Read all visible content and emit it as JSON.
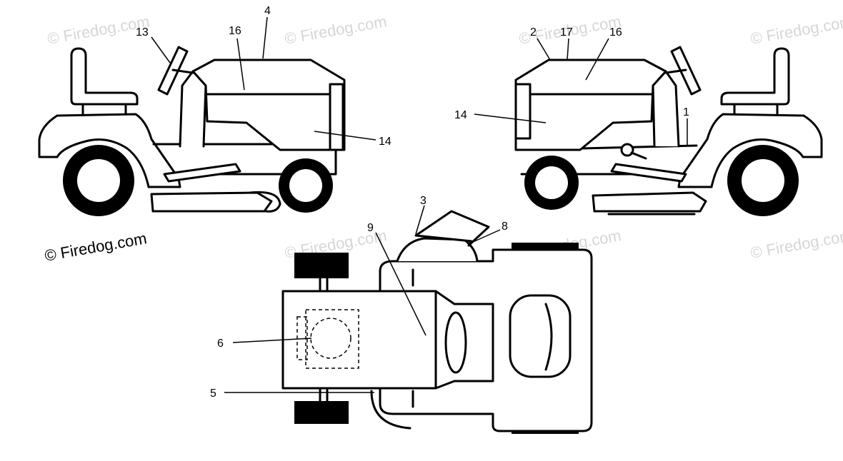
{
  "watermark": "© Firedog.com",
  "callouts": {
    "c1": "1",
    "c2": "2",
    "c3": "3",
    "c4": "4",
    "c5": "5",
    "c6": "6",
    "c8": "8",
    "c9": "9",
    "c13": "13",
    "c14_left": "14",
    "c14_right": "14",
    "c16_left": "16",
    "c16_right": "16",
    "c17": "17"
  }
}
